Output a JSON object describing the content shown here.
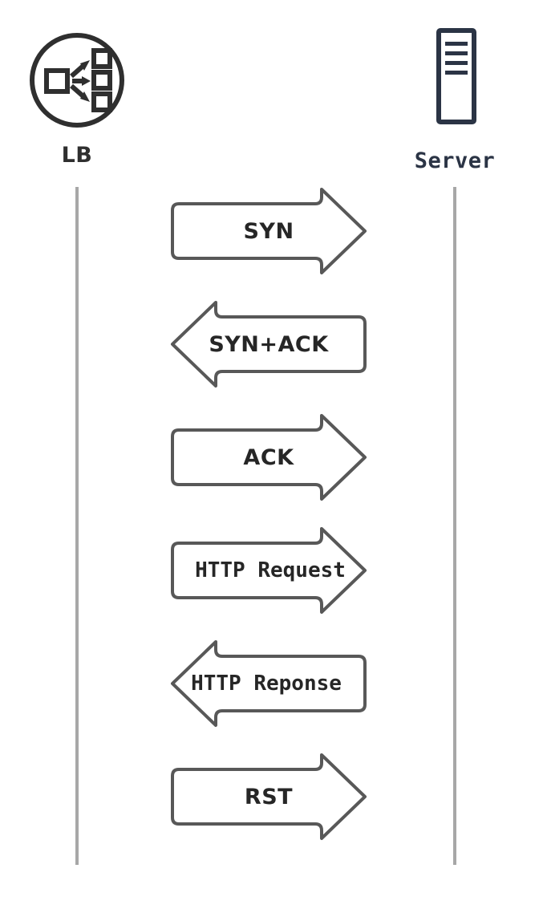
{
  "diagram": {
    "type": "sequence-diagram",
    "title_visible": false,
    "background_color": "#ffffff",
    "stroke_color": "#585858",
    "lifeline_color": "#a7a7a7",
    "text_color": "#262626"
  },
  "actors": [
    {
      "id": "lb",
      "label": "LB",
      "icon": "load-balancer-icon",
      "icon_color": "#2f2f2f",
      "label_color": "#2f2f2f",
      "side": "left"
    },
    {
      "id": "server",
      "label": "Server",
      "icon": "server-tower-icon",
      "icon_color": "#2b3445",
      "label_color": "#2b3445",
      "side": "right"
    }
  ],
  "lifelines": [
    {
      "actor": "lb",
      "color": "#a7a7a7"
    },
    {
      "actor": "server",
      "color": "#a7a7a7"
    }
  ],
  "messages": [
    {
      "index": 1,
      "label": "SYN",
      "direction": "right",
      "from": "lb",
      "to": "server",
      "font": "sans"
    },
    {
      "index": 2,
      "label": "SYN+ACK",
      "direction": "left",
      "from": "server",
      "to": "lb",
      "font": "sans"
    },
    {
      "index": 3,
      "label": "ACK",
      "direction": "right",
      "from": "lb",
      "to": "server",
      "font": "sans"
    },
    {
      "index": 4,
      "label": "HTTP Request",
      "direction": "right",
      "from": "lb",
      "to": "server",
      "font": "mono"
    },
    {
      "index": 5,
      "label": "HTTP Reponse",
      "direction": "left",
      "from": "server",
      "to": "lb",
      "font": "mono"
    },
    {
      "index": 6,
      "label": "RST",
      "direction": "right",
      "from": "lb",
      "to": "server",
      "font": "sans"
    }
  ]
}
